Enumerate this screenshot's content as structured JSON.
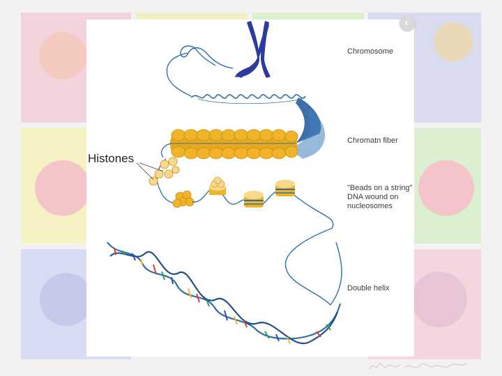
{
  "labels": {
    "chromosome": "Chromosome",
    "chromatin_fiber": "Chromatn fiber",
    "beads_line1": "\"Beads on a string\"",
    "beads_line2": "DNA wound on",
    "beads_line3": "nucleosomes",
    "double_helix": "Double helix",
    "histones": "Histones"
  },
  "nav": {
    "icon": "chevron-left-icon",
    "glyph": "‹"
  },
  "colors": {
    "chromosome": "#2d3a9e",
    "dna_strand": "#2e6fa8",
    "histone": "#f0b429",
    "histone_light": "#f7d98b",
    "helix_red": "#e03a2f",
    "helix_green": "#2e9e4f",
    "helix_blue": "#2d4fb5",
    "helix_yellow": "#e8c22a"
  }
}
